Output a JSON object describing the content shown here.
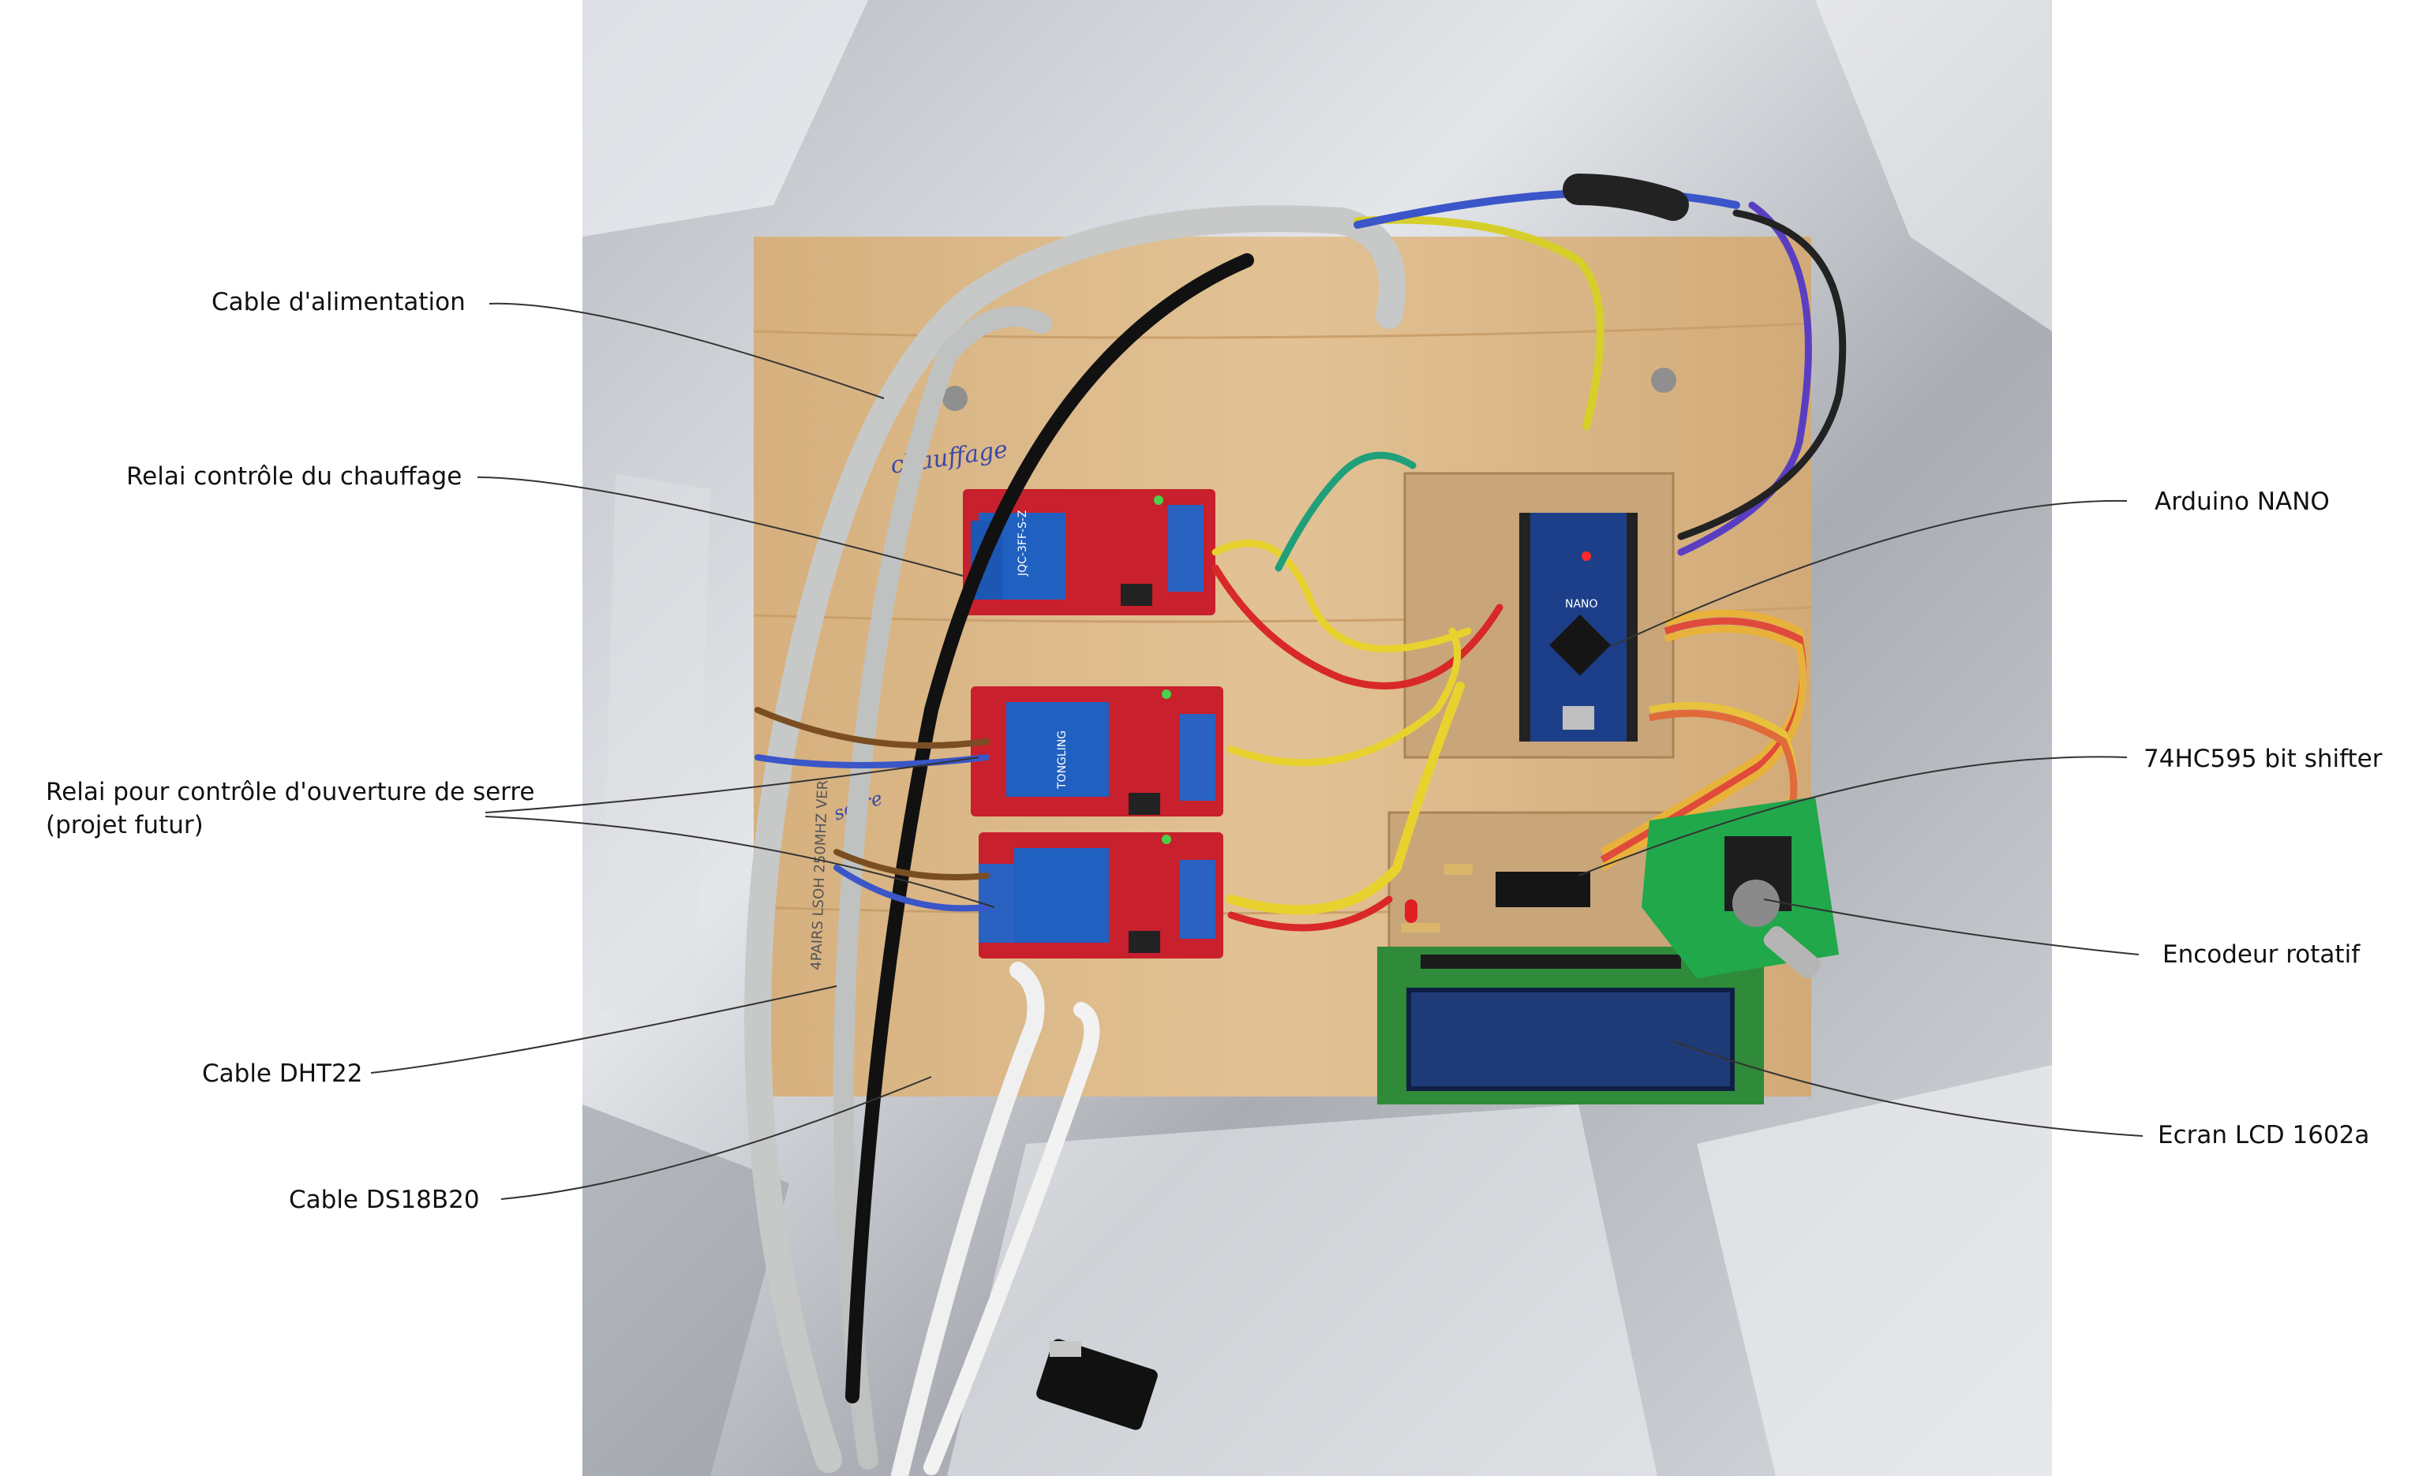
{
  "labels": {
    "power_cable": "Cable d'alimentation",
    "heating_relay": "Relai contrôle du chauffage",
    "greenhouse_relay_line1": "Relai pour contrôle d'ouverture de serre",
    "greenhouse_relay_line2": "(projet futur)",
    "dht22_cable": "Cable DHT22",
    "ds18b20_cable": "Cable DS18B20",
    "arduino": "Arduino NANO",
    "shifter": "74HC595 bit shifter",
    "encoder": "Encodeur rotatif",
    "lcd": "Ecran LCD 1602a"
  },
  "board_text": {
    "handwritten_chauffage": "chauffage",
    "handwritten_serre": "serre",
    "cable_print": "4PAIRS LSOH 250MHZ VER",
    "relay_model": "JQC-3FF-S-Z",
    "relay_brand": "TONGLING",
    "nano_brand": "NANO"
  },
  "colors": {
    "background": "#ffffff",
    "foil": "#c9ccd1",
    "wood": "#dcb98c",
    "relay_pcb": "#c8202c",
    "relay_blue": "#2060c0",
    "nano_pcb": "#1d3f8a",
    "lcd_pcb": "#2f8a3a",
    "lcd_screen": "#1f3b77",
    "leader_line": "#333333"
  }
}
